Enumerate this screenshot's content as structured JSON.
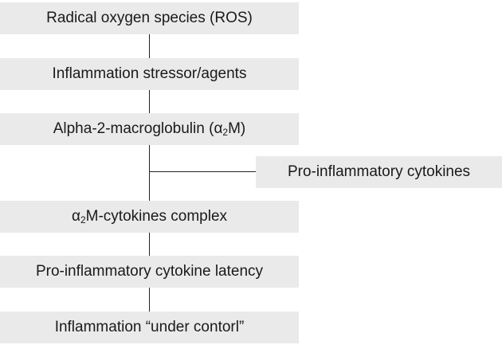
{
  "diagram": {
    "boxes": {
      "ros": "Radical oxygen species (ROS)",
      "stressor": "Inflammation stressor/agents",
      "a2m_prefix": "Alpha-2-macroglobulin (",
      "a2m_alpha": "α",
      "a2m_sub": "2",
      "a2m_suffix": "M)",
      "complex_alpha": "α",
      "complex_sub": "2",
      "complex_suffix": "M-cytokines complex",
      "latency": "Pro-inflammatory cytokine latency",
      "control": "Inflammation “under contorl”",
      "cytokines": "Pro-inflammatory cytokines"
    },
    "colors": {
      "box_fill": "#eaeaea",
      "line": "#222222",
      "text": "#1a1a1a"
    }
  }
}
